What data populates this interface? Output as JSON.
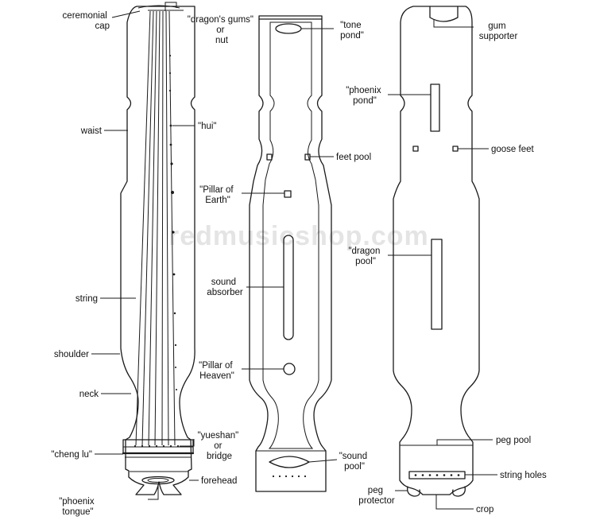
{
  "watermark": "redmusicshop.com",
  "labels": {
    "ceremonial_cap": [
      "ceremonial",
      "cap"
    ],
    "dragons_gums": [
      "\"dragon's gums\"",
      "or",
      "nut"
    ],
    "waist": [
      "waist"
    ],
    "hui": [
      "\"hui\""
    ],
    "string": [
      "string"
    ],
    "shoulder": [
      "shoulder"
    ],
    "neck": [
      "neck"
    ],
    "yueshan": [
      "\"yueshan\"",
      "or",
      "bridge"
    ],
    "cheng_lu": [
      "\"cheng lu\""
    ],
    "forehead": [
      "forehead"
    ],
    "phoenix_tongue": [
      "\"phoenix",
      "tongue\""
    ],
    "tone_pond": [
      "\"tone",
      "pond\""
    ],
    "feet_pool": [
      "feet pool"
    ],
    "pillar_of_earth": [
      "\"Pillar of",
      "Earth\""
    ],
    "sound_absorber": [
      "sound",
      "absorber"
    ],
    "pillar_of_heaven": [
      "\"Pillar of",
      "Heaven\""
    ],
    "sound_pool": [
      "\"sound",
      "pool\""
    ],
    "gum_supporter": [
      "gum",
      "supporter"
    ],
    "phoenix_pond": [
      "\"phoenix",
      "pond\""
    ],
    "goose_feet": [
      "goose feet"
    ],
    "dragon_pool": [
      "\"dragon",
      "pool\""
    ],
    "peg_pool": [
      "peg pool"
    ],
    "string_holes": [
      "string holes"
    ],
    "peg_protector": [
      "peg",
      "protector"
    ],
    "crop": [
      "crop"
    ]
  }
}
